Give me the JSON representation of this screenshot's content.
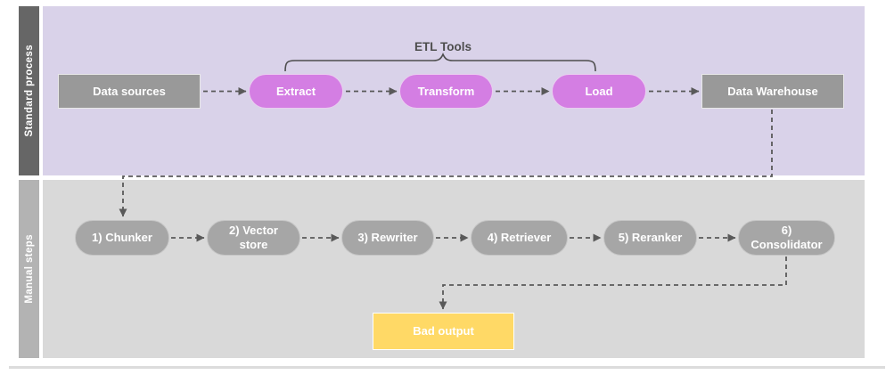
{
  "diagram": {
    "lanes": {
      "standard": {
        "label": "Standard process",
        "nodes": {
          "data_sources": "Data sources",
          "extract": "Extract",
          "transform": "Transform",
          "load": "Load",
          "data_warehouse": "Data Warehouse"
        },
        "bracket_label": "ETL Tools"
      },
      "manual": {
        "label": "Manual steps",
        "nodes": {
          "chunker": "1) Chunker",
          "vector_store": "2) Vector store",
          "rewriter": "3) Rewriter",
          "retriever": "4) Retriever",
          "reranker": "5) Reranker",
          "consolidator": "6) Consolidator"
        },
        "bad_output": "Bad output"
      }
    },
    "edges": [
      "Data sources -> Extract",
      "Extract -> Transform",
      "Transform -> Load",
      "Load -> Data Warehouse",
      "Data Warehouse -> 1) Chunker",
      "1) Chunker -> 2) Vector store",
      "2) Vector store -> 3) Rewriter",
      "3) Rewriter -> 4) Retriever",
      "4) Retriever -> 5) Reranker",
      "5) Reranker -> 6) Consolidator",
      "6) Consolidator -> Bad output"
    ],
    "colors": {
      "standard_lane_bg": "#d9d2e9",
      "standard_strip": "#666666",
      "manual_lane_bg": "#d9d9d9",
      "manual_strip": "#b3b3b3",
      "gray_node": "#999999",
      "step_node": "#a6a6a6",
      "etl_node": "#d47ee3",
      "bad_output": "#ffd966",
      "connector": "#595959"
    }
  }
}
